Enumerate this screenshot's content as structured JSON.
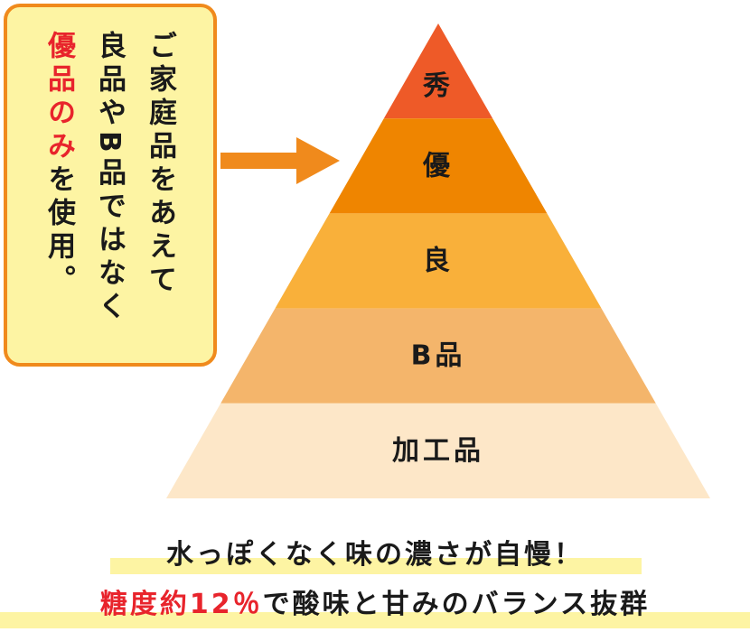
{
  "callout": {
    "col1": "ご家庭品をあえて",
    "col2": "良品やB品ではなく",
    "col3_emph": "優品のみ",
    "col3_rest": "を使用。",
    "bg_color": "#fdf4a3",
    "border_color": "#f08a1c",
    "emph_color": "#e8242c"
  },
  "arrow": {
    "icon": "right-arrow-icon",
    "color": "#f08a1c"
  },
  "pyramid": {
    "tiers": [
      {
        "label": "秀",
        "color": "#ee5a28"
      },
      {
        "label": "優",
        "color": "#ef8500"
      },
      {
        "label": "良",
        "color": "#f9b03a"
      },
      {
        "label": "B品",
        "color": "#f4b56b"
      },
      {
        "label": "加工品",
        "color": "#fde7c8"
      }
    ]
  },
  "bottom": {
    "line1": "水っぽくなく味の濃さが自慢！",
    "line2_red": "糖度約12％",
    "line2_rest": "で酸味と甘みのバランス抜群",
    "highlight_color": "#fdf4a3"
  }
}
